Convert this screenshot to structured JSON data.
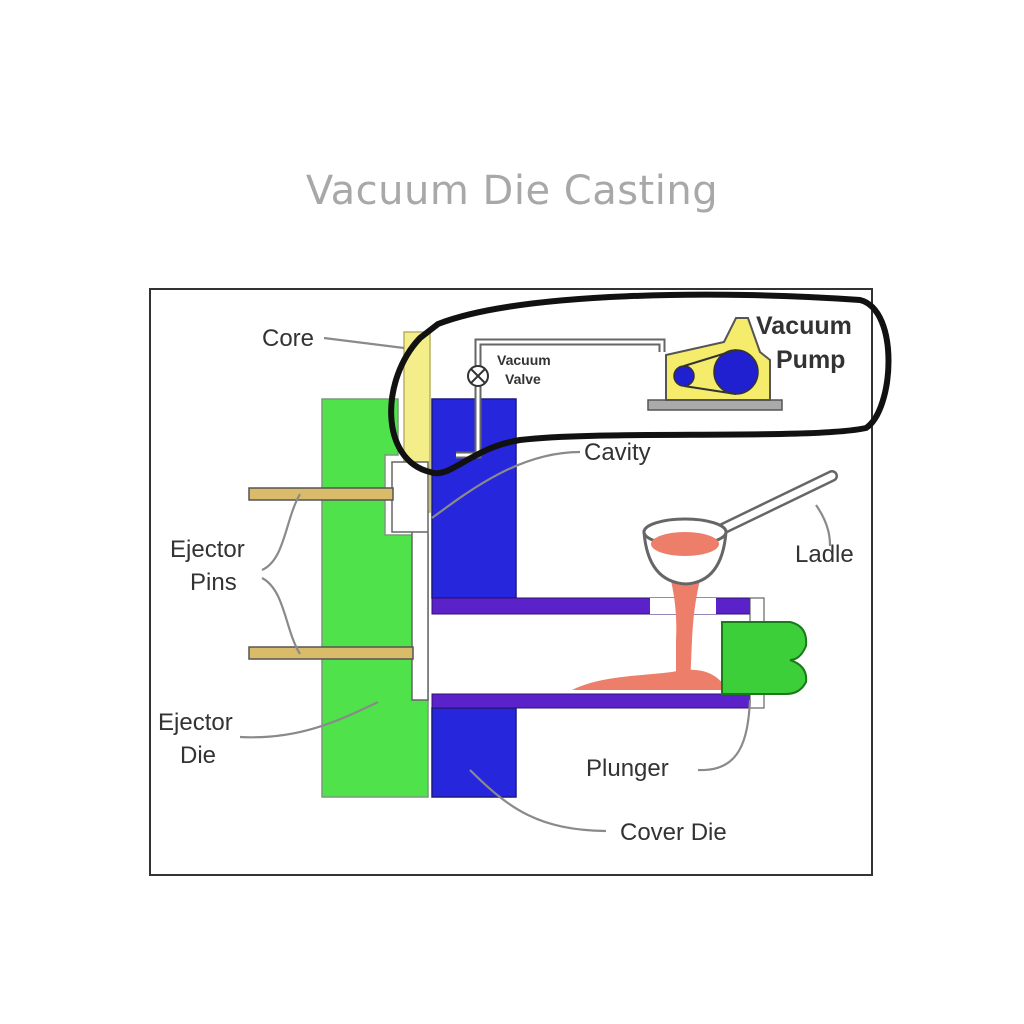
{
  "title": "Vacuum Die Casting",
  "labels": {
    "core": "Core",
    "vacuum_valve_line1": "Vacuum",
    "vacuum_valve_line2": "Valve",
    "vacuum_pump_line1": "Vacuum",
    "vacuum_pump_line2": "Pump",
    "cavity": "Cavity",
    "ladle": "Ladle",
    "ejector_pins_line1": "Ejector",
    "ejector_pins_line2": "Pins",
    "ejector_die_line1": "Ejector",
    "ejector_die_line2": "Die",
    "plunger": "Plunger",
    "cover_die": "Cover Die"
  },
  "colors": {
    "ejector_die": "#4fe24a",
    "cover_die": "#2626dd",
    "shot_sleeve": "#5a22c8",
    "core": "#f4ee8a",
    "vacuum_pump": "#f4ec6a",
    "molten_metal": "#ec7e6a",
    "plunger": "#3ccf3a",
    "ejector_pin": "#d9bb6a",
    "highlight": "#111111"
  }
}
